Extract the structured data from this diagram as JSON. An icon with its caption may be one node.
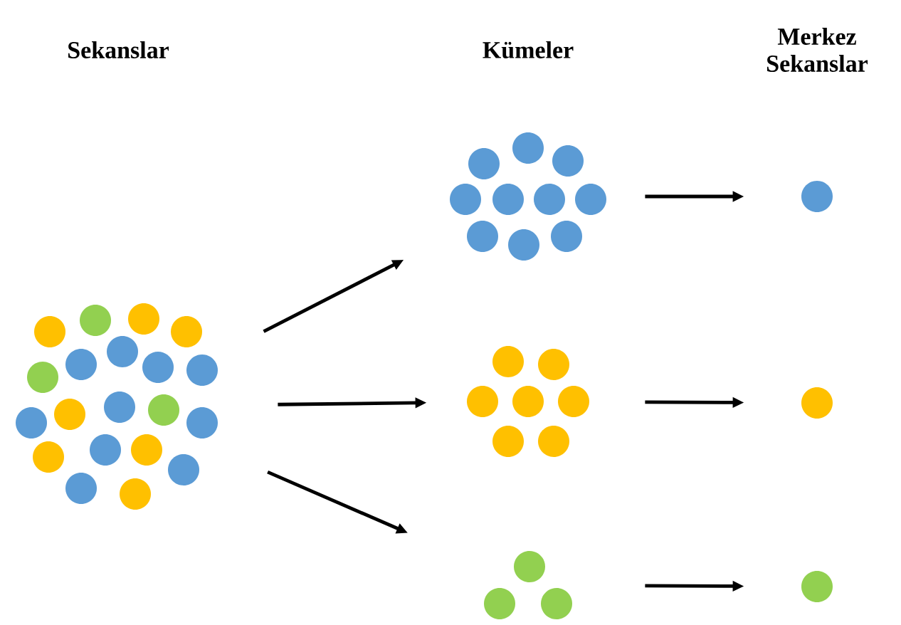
{
  "diagram": {
    "nodes": [
      {
        "text": [],
        "shape": "dots"
      },
      {
        "text": [],
        "shape": "dots"
      },
      {
        "text": [],
        "shape": "dots"
      },
      {
        "text": [],
        "shape": "dots"
      },
      {
        "text": [],
        "shape": "circle"
      },
      {
        "text": [],
        "shape": "circle"
      },
      {
        "text": [],
        "shape": "circle"
      }
    ],
    "edges": [
      {
        "from": 0,
        "to": 1,
        "arrow": "to"
      },
      {
        "from": 0,
        "to": 2,
        "arrow": "to"
      },
      {
        "from": 0,
        "to": 3,
        "arrow": "to"
      },
      {
        "from": 1,
        "to": 4,
        "arrow": "to"
      },
      {
        "from": 2,
        "to": 5,
        "arrow": "to"
      },
      {
        "from": 3,
        "to": 6,
        "arrow": "to"
      }
    ],
    "labels": [
      "Sekanslar",
      "Kümeler",
      "Merkez Sekanslar"
    ]
  }
}
